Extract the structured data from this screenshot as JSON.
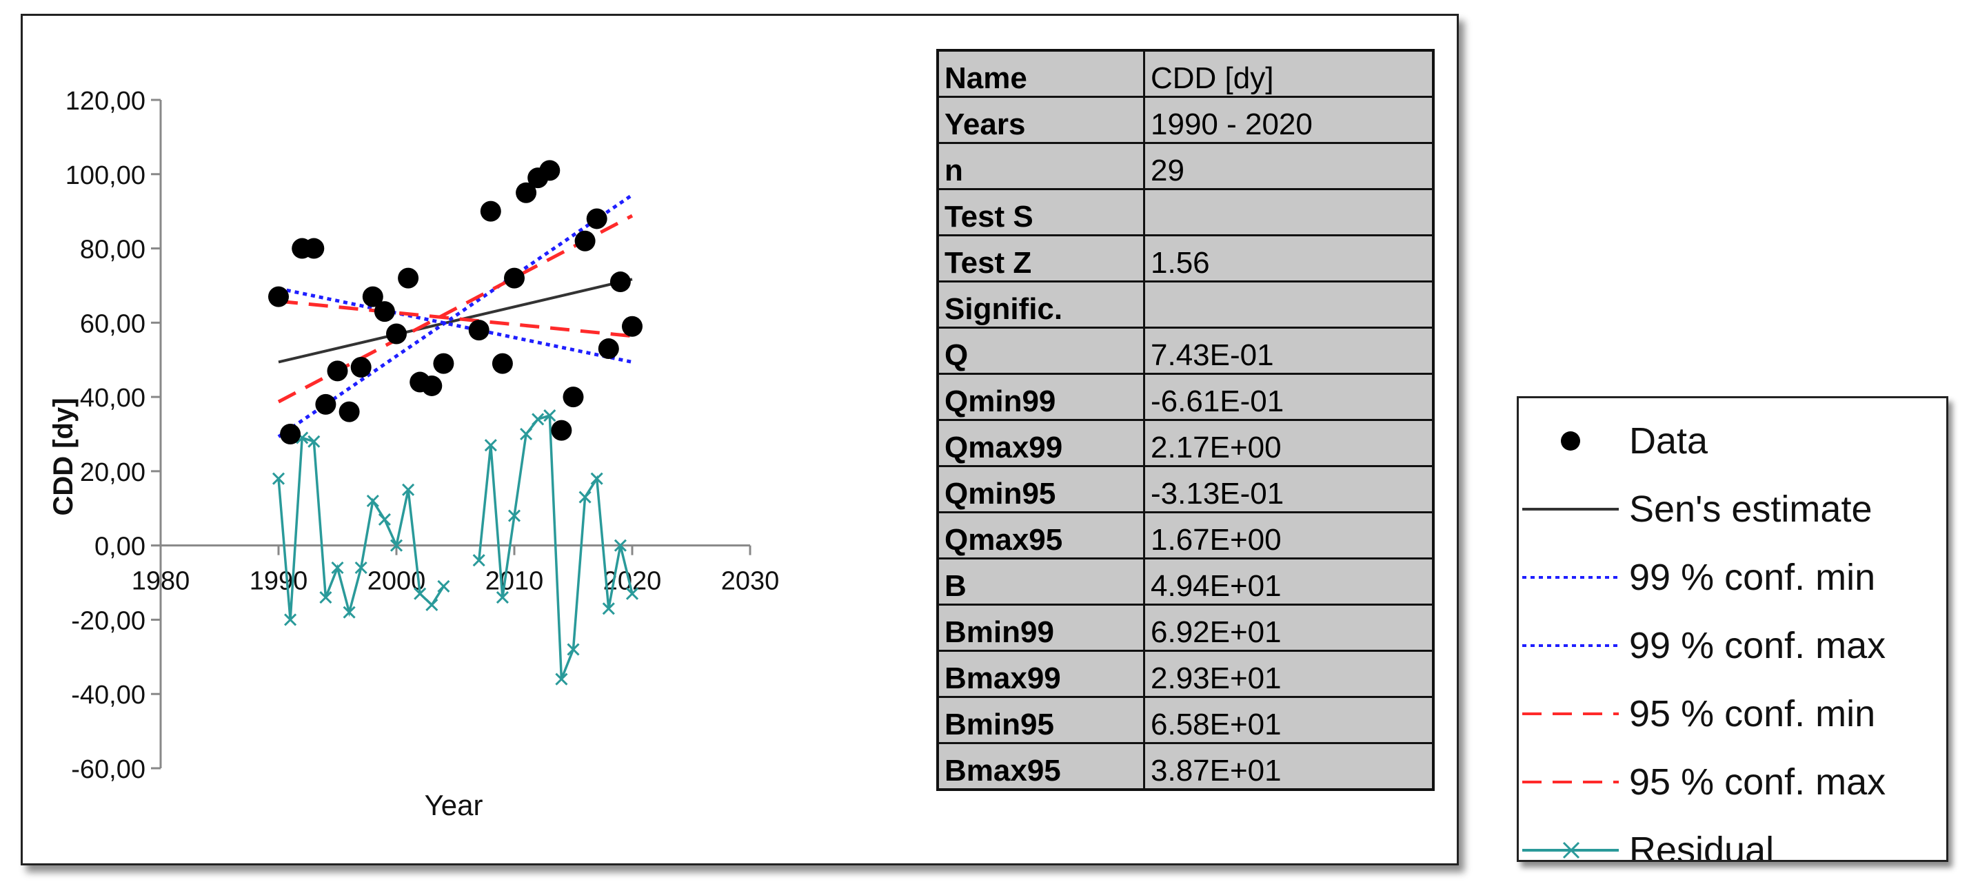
{
  "chart_data": {
    "type": "scatter",
    "xlabel": "Year",
    "ylabel": "CDD [dy]",
    "xlim": [
      1980,
      2030
    ],
    "ylim": [
      -60,
      120
    ],
    "x_ticks": [
      "1980",
      "1990",
      "2000",
      "2010",
      "2020",
      "2030"
    ],
    "y_ticks": [
      "120,00",
      "100,00",
      "80,00",
      "60,00",
      "40,00",
      "20,00",
      "0,00",
      "-20,00",
      "-40,00",
      "-60,00"
    ],
    "series": [
      {
        "name": "Data",
        "kind": "points",
        "color": "#000000",
        "x": [
          1990,
          1991,
          1992,
          1993,
          1994,
          1995,
          1996,
          1997,
          1998,
          1999,
          2000,
          2001,
          2002,
          2003,
          2004,
          2007,
          2008,
          2009,
          2010,
          2011,
          2012,
          2013,
          2014,
          2015,
          2016,
          2017,
          2018,
          2019,
          2020
        ],
        "y": [
          67,
          30,
          80,
          80,
          38,
          47,
          36,
          48,
          67,
          63,
          57,
          72,
          44,
          43,
          49,
          58,
          90,
          49,
          72,
          95,
          99,
          101,
          31,
          40,
          82,
          88,
          53,
          71,
          59
        ]
      },
      {
        "name": "Sen's estimate",
        "kind": "line",
        "style": "solid",
        "color": "#333333",
        "x": [
          1990,
          2020
        ],
        "y": [
          49.4,
          71.7
        ]
      },
      {
        "name": "99 % conf. min",
        "kind": "line",
        "style": "dotted",
        "color": "#1f1fff",
        "x": [
          1990,
          2020
        ],
        "y": [
          69.2,
          49.4
        ]
      },
      {
        "name": "99 % conf. max",
        "kind": "line",
        "style": "dotted",
        "color": "#1f1fff",
        "x": [
          1990,
          2020
        ],
        "y": [
          29.3,
          94.4
        ]
      },
      {
        "name": "95 % conf. min",
        "kind": "line",
        "style": "dashed",
        "color": "#ff2a2a",
        "x": [
          1990,
          2020
        ],
        "y": [
          65.8,
          56.4
        ]
      },
      {
        "name": "95 % conf. max",
        "kind": "line",
        "style": "dashed",
        "color": "#ff2a2a",
        "x": [
          1990,
          2020
        ],
        "y": [
          38.7,
          88.8
        ]
      },
      {
        "name": "Residual",
        "kind": "marker-line",
        "color": "#2a9a9a",
        "segments": [
          {
            "x": [
              1990,
              1991,
              1992,
              1993,
              1994,
              1995,
              1996,
              1997,
              1998,
              1999,
              2000,
              2001,
              2002,
              2003,
              2004
            ],
            "y": [
              18,
              -20,
              29,
              28,
              -14,
              -6,
              -18,
              -6,
              12,
              7,
              0,
              15,
              -13,
              -16,
              -11
            ]
          },
          {
            "x": [
              2007,
              2008,
              2009,
              2010,
              2011,
              2012,
              2013,
              2014,
              2015,
              2016,
              2017,
              2018,
              2019,
              2020
            ],
            "y": [
              -4,
              27,
              -14,
              8,
              30,
              34,
              35,
              -36,
              -28,
              13,
              18,
              -17,
              0,
              -13
            ]
          }
        ]
      }
    ]
  },
  "stats_table": [
    {
      "name": "Name",
      "value": "CDD [dy]"
    },
    {
      "name": "Years",
      "value": " 1990 -  2020"
    },
    {
      "name": "n",
      "value": "29"
    },
    {
      "name": "Test S",
      "value": ""
    },
    {
      "name": "Test Z",
      "value": "1.56"
    },
    {
      "name": "Signific.",
      "value": ""
    },
    {
      "name": "Q",
      "value": "7.43E-01"
    },
    {
      "name": "Qmin99",
      "value": "-6.61E-01"
    },
    {
      "name": "Qmax99",
      "value": "2.17E+00"
    },
    {
      "name": "Qmin95",
      "value": "-3.13E-01"
    },
    {
      "name": "Qmax95",
      "value": "1.67E+00"
    },
    {
      "name": "B",
      "value": "4.94E+01"
    },
    {
      "name": "Bmin99",
      "value": "6.92E+01"
    },
    {
      "name": "Bmax99",
      "value": "2.93E+01"
    },
    {
      "name": "Bmin95",
      "value": "6.58E+01"
    },
    {
      "name": "Bmax95",
      "value": "3.87E+01"
    }
  ],
  "legend": [
    {
      "label": "Data",
      "marker": "dot"
    },
    {
      "label": "Sen's estimate",
      "marker": "solid-line"
    },
    {
      "label": "99 % conf. min",
      "marker": "dotted-blue"
    },
    {
      "label": "99 % conf. max",
      "marker": "dotted-blue"
    },
    {
      "label": "95 % conf. min",
      "marker": "dashed-red"
    },
    {
      "label": "95 % conf. max",
      "marker": "dashed-red"
    },
    {
      "label": "Residual",
      "marker": "x-line"
    }
  ]
}
